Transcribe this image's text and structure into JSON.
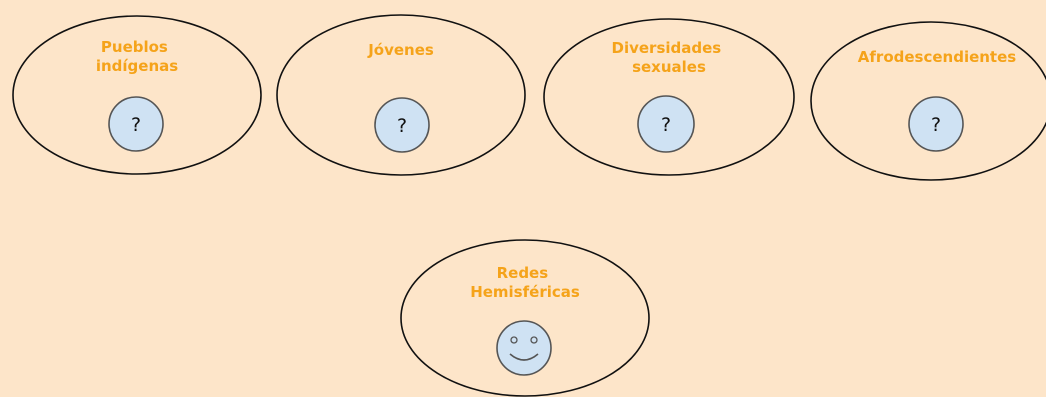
{
  "colors": {
    "background": "#fde5c9",
    "label": "#f5a31a",
    "icon_fill": "#cfe2f3",
    "icon_stroke": "#555555",
    "ellipse_stroke": "#111111"
  },
  "groups": [
    {
      "label_lines": [
        "Pueblos",
        "indígenas"
      ],
      "icon": "question-icon",
      "icon_text": "?"
    },
    {
      "label_lines": [
        "Jóvenes"
      ],
      "icon": "question-icon",
      "icon_text": "?"
    },
    {
      "label_lines": [
        "Diversidades",
        "sexuales"
      ],
      "icon": "question-icon",
      "icon_text": "?"
    },
    {
      "label_lines": [
        "Afrodescendientes"
      ],
      "icon": "question-icon",
      "icon_text": "?"
    },
    {
      "label_lines": [
        "Redes",
        "Hemisféricas"
      ],
      "icon": "smiley-icon",
      "icon_text": ""
    }
  ]
}
